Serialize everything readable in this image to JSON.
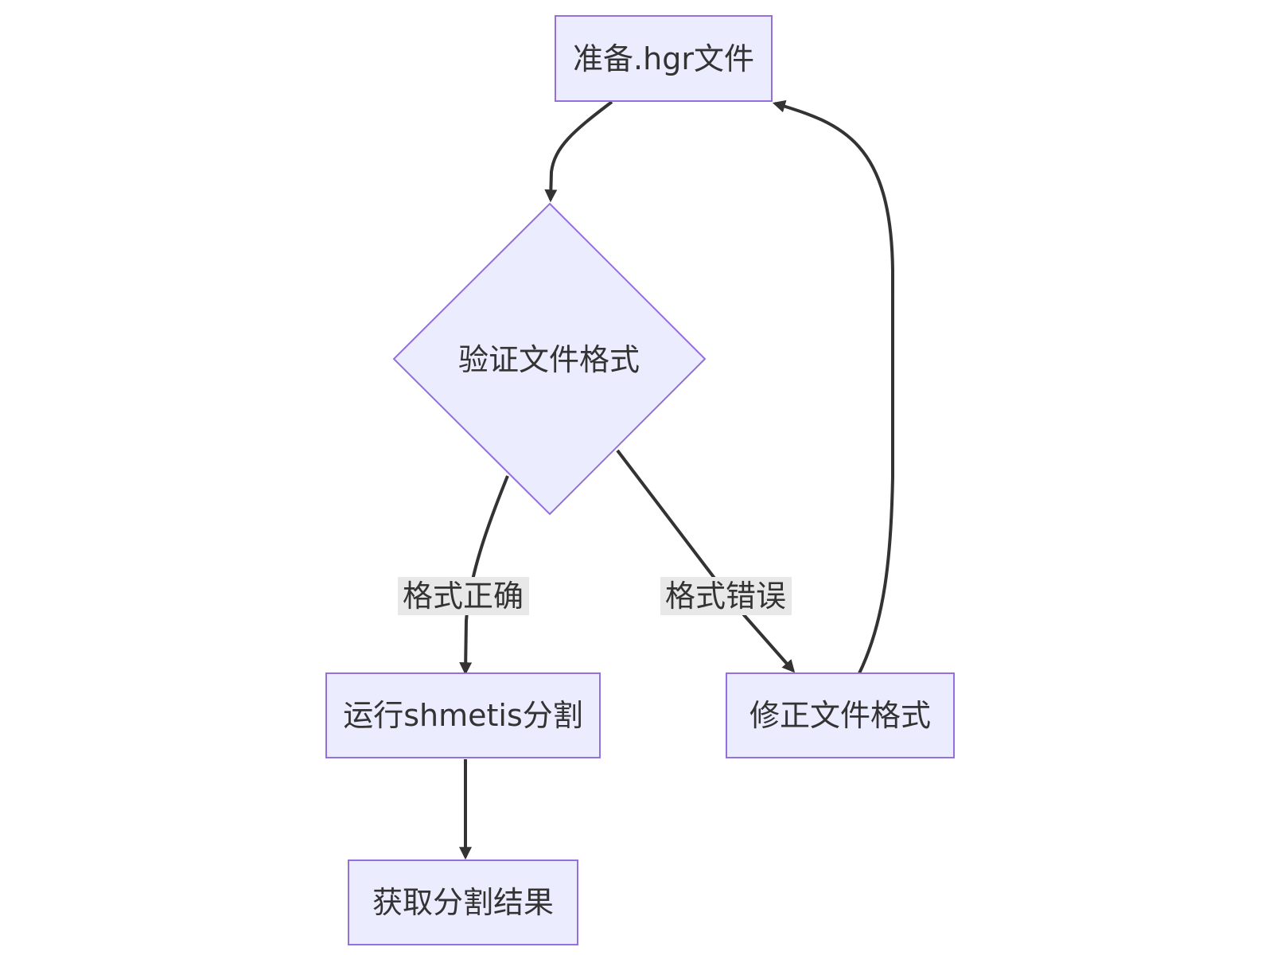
{
  "diagram": {
    "type": "flowchart",
    "colors": {
      "node_fill": "#ECECFF",
      "node_stroke": "#9370DB",
      "edge": "#333333",
      "text": "#333333",
      "edge_label_bg": "#E8E8E8"
    },
    "nodes": {
      "prepare": {
        "label": "准备.hgr文件",
        "shape": "rectangle"
      },
      "validate": {
        "label": "验证文件格式",
        "shape": "diamond"
      },
      "run": {
        "label": "运行shmetis分割",
        "shape": "rectangle"
      },
      "fix": {
        "label": "修正文件格式",
        "shape": "rectangle"
      },
      "result": {
        "label": "获取分割结果",
        "shape": "rectangle"
      }
    },
    "edges": {
      "prepare_to_validate": {
        "from": "prepare",
        "to": "validate",
        "label": ""
      },
      "validate_to_run": {
        "from": "validate",
        "to": "run",
        "label": "格式正确"
      },
      "validate_to_fix": {
        "from": "validate",
        "to": "fix",
        "label": "格式错误"
      },
      "fix_to_prepare": {
        "from": "fix",
        "to": "prepare",
        "label": ""
      },
      "run_to_result": {
        "from": "run",
        "to": "result",
        "label": ""
      }
    }
  }
}
